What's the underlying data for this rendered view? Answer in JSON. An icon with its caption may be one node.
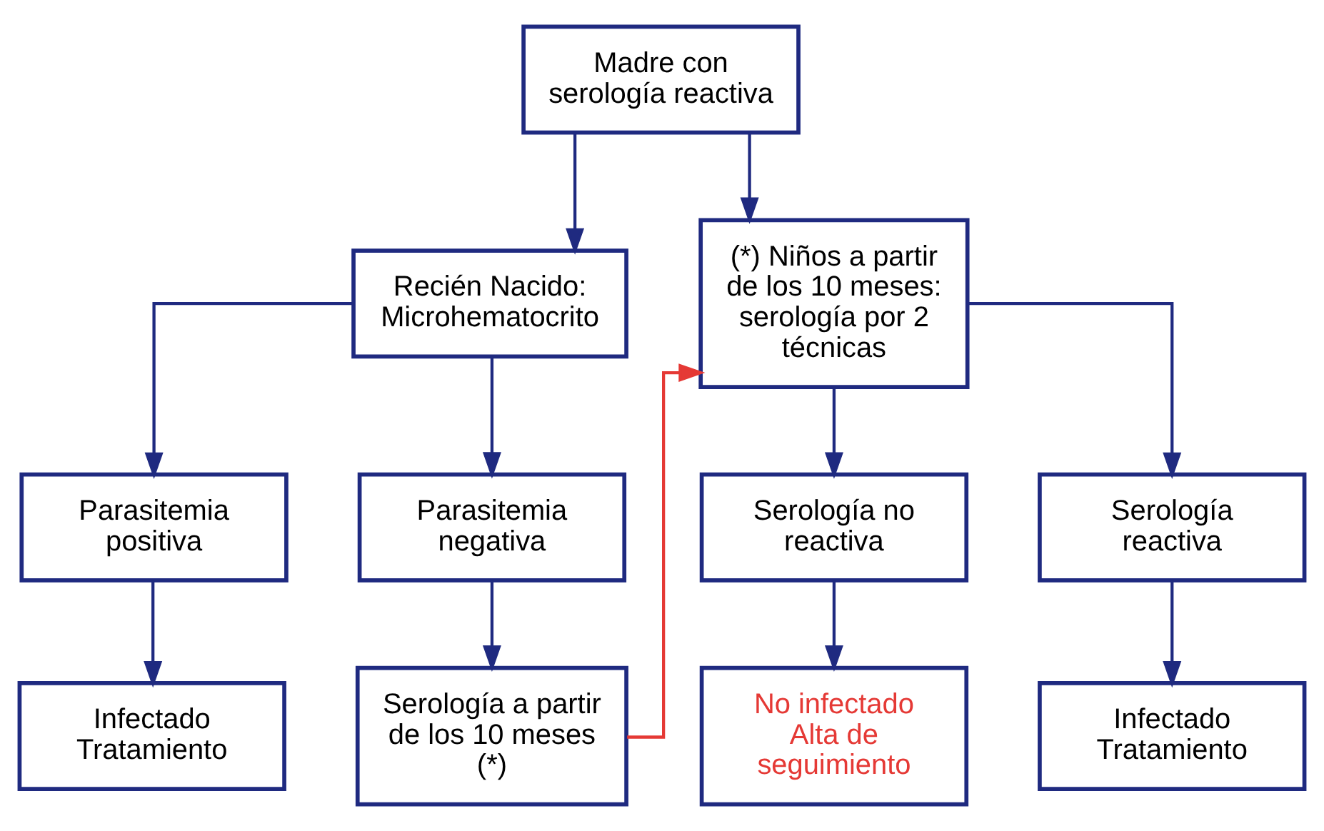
{
  "diagram": {
    "nodes": [
      {
        "text": [
          "Madre con serología reactiva"
        ]
      },
      {
        "text": [
          "Recién Nacido: Microhematocrito"
        ]
      },
      {
        "text": [
          "(*) Niños a partir de los 10 meses: serología por 2 técnicas"
        ]
      },
      {
        "text": [
          "Parasitemia positiva"
        ]
      },
      {
        "text": [
          "Parasitemia negativa"
        ]
      },
      {
        "text": [
          "Serología no reactiva"
        ]
      },
      {
        "text": [
          "Serología reactiva"
        ]
      },
      {
        "text": [
          "Infectado Tratamiento"
        ]
      },
      {
        "text": [
          "Serología a partir de los 10 meses (*)"
        ]
      },
      {
        "text": [
          "No infectado Alta de seguimiento"
        ]
      },
      {
        "text": [
          "Infectado Tratamiento"
        ]
      }
    ],
    "edges": [
      {
        "from": 0,
        "to": 1,
        "arrow": "to"
      },
      {
        "from": 0,
        "to": 2,
        "arrow": "to"
      },
      {
        "from": 1,
        "to": 3,
        "arrow": "to"
      },
      {
        "from": 1,
        "to": 4,
        "arrow": "to"
      },
      {
        "from": 2,
        "to": 5,
        "arrow": "to"
      },
      {
        "from": 2,
        "to": 6,
        "arrow": "to"
      },
      {
        "from": 3,
        "to": 7,
        "arrow": "to"
      },
      {
        "from": 4,
        "to": 8,
        "arrow": "to"
      },
      {
        "from": 5,
        "to": 9,
        "arrow": "to"
      },
      {
        "from": 6,
        "to": 10,
        "arrow": "to"
      },
      {
        "from": 8,
        "to": 2,
        "arrow": "to",
        "color": "#e53935"
      }
    ]
  }
}
